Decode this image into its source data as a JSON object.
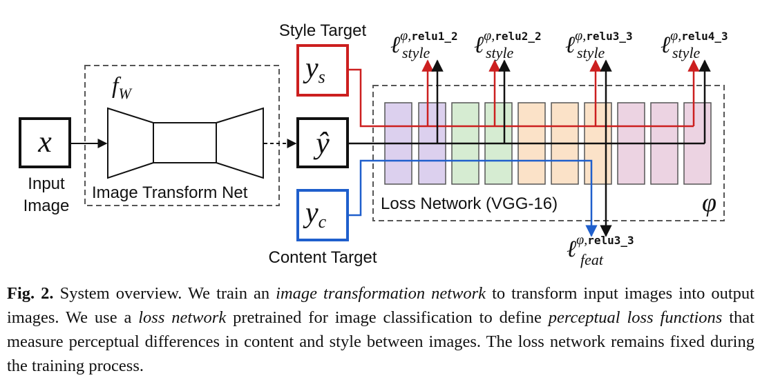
{
  "figure": {
    "input": {
      "symbol": "x",
      "label_line1": "Input",
      "label_line2": "Image"
    },
    "transform_net": {
      "symbol": "f",
      "subscript": "W",
      "label": "Image Transform Net"
    },
    "output": {
      "symbol": "ŷ"
    },
    "style_target": {
      "label": "Style Target",
      "symbol": "y",
      "subscript": "s"
    },
    "content_target": {
      "label": "Content Target",
      "symbol": "y",
      "subscript": "c"
    },
    "loss_network": {
      "label": "Loss Network (VGG-16)",
      "symbol": "φ"
    },
    "style_losses": [
      {
        "ell": "ℓ",
        "sup_phi": "φ,",
        "layer": "relu1_2",
        "sub": "style"
      },
      {
        "ell": "ℓ",
        "sup_phi": "φ,",
        "layer": "relu2_2",
        "sub": "style"
      },
      {
        "ell": "ℓ",
        "sup_phi": "φ,",
        "layer": "relu3_3",
        "sub": "style"
      },
      {
        "ell": "ℓ",
        "sup_phi": "φ,",
        "layer": "relu4_3",
        "sub": "style"
      }
    ],
    "feat_loss": {
      "ell": "ℓ",
      "sup_phi": "φ,",
      "layer": "relu3_3",
      "sub": "feat"
    },
    "colors": {
      "style": "#cc1f1f",
      "content": "#1f5fcc",
      "black": "#111111",
      "block_purple": "#dcd0ee",
      "block_green": "#d6ecd2",
      "block_orange": "#fbe2c8",
      "block_pink": "#ecd3e2"
    }
  },
  "caption": {
    "fig_label": "Fig. 2.",
    "t1": " System overview. We train an ",
    "i1": "image transformation network",
    "t2": " to transform input images into output images. We use a ",
    "i2": "loss network",
    "t3": " pretrained for image classification to define ",
    "i3": "perceptual loss functions",
    "t4": " that measure perceptual differences in content and style between images. The loss network remains fixed during the training process."
  }
}
